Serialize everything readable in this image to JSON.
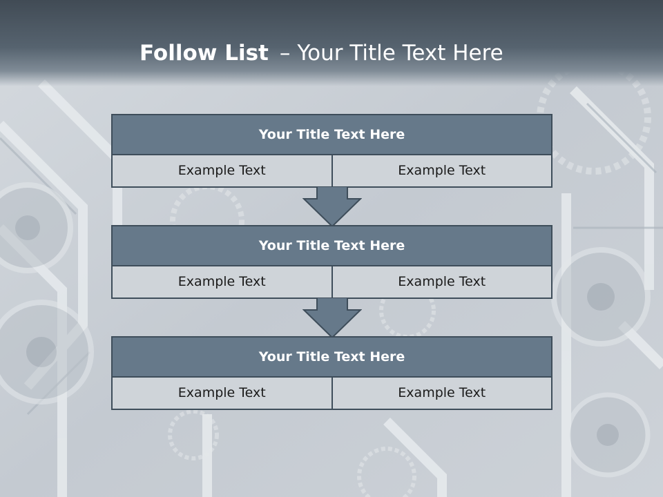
{
  "slide": {
    "title_bold": "Follow List",
    "title_dash": "–",
    "title_rest": "Your Title Text Here"
  },
  "blocks": [
    {
      "title": "Your Title Text Here",
      "left": "Example Text",
      "right": "Example Text"
    },
    {
      "title": "Your Title Text Here",
      "left": "Example Text",
      "right": "Example Text"
    },
    {
      "title": "Your Title Text Here",
      "left": "Example Text",
      "right": "Example Text"
    }
  ],
  "colors": {
    "header_dark": "#414b55",
    "block_title_fill": "#66798a",
    "block_cell_fill": "#cfd4d9",
    "border": "#3e4d5a",
    "background": "#c9cfd6"
  },
  "icons": [
    "down-arrow-icon",
    "gear-icon"
  ]
}
